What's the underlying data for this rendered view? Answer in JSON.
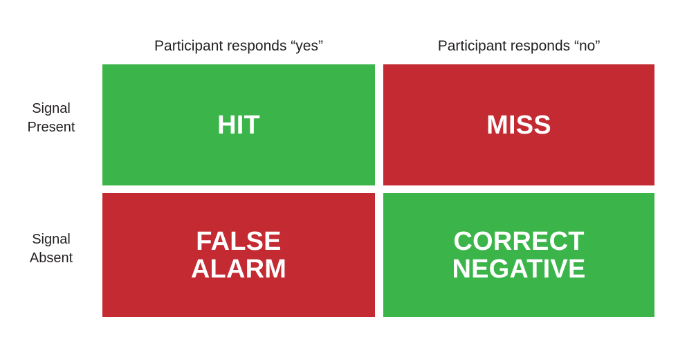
{
  "figure": {
    "name": "signal-detection-theory-outcome-matrix",
    "background_color": "#FFFFFF",
    "text_color": "#231F20",
    "cell_text_color": "#FFFFFF",
    "colors": {
      "correct_green": "#3BB54A",
      "error_red": "#C32A32"
    }
  },
  "columns": [
    {
      "key": "yes",
      "label": "Participant responds “yes”"
    },
    {
      "key": "no",
      "label": "Participant responds “no”"
    }
  ],
  "rows": [
    {
      "key": "present",
      "line1": "Signal",
      "line2": "Present"
    },
    {
      "key": "absent",
      "line1": "Signal",
      "line2": "Absent"
    }
  ],
  "cells": {
    "hit": {
      "line1": "HIT",
      "line2": "",
      "fill": "#3BB54A",
      "outcome": "correct"
    },
    "miss": {
      "line1": "MISS",
      "line2": "",
      "fill": "#C32A32",
      "outcome": "error"
    },
    "false_alarm": {
      "line1": "FALSE",
      "line2": "ALARM",
      "fill": "#C32A32",
      "outcome": "error"
    },
    "correct_negative": {
      "line1": "CORRECT",
      "line2": "NEGATIVE",
      "fill": "#3BB54A",
      "outcome": "correct"
    }
  }
}
